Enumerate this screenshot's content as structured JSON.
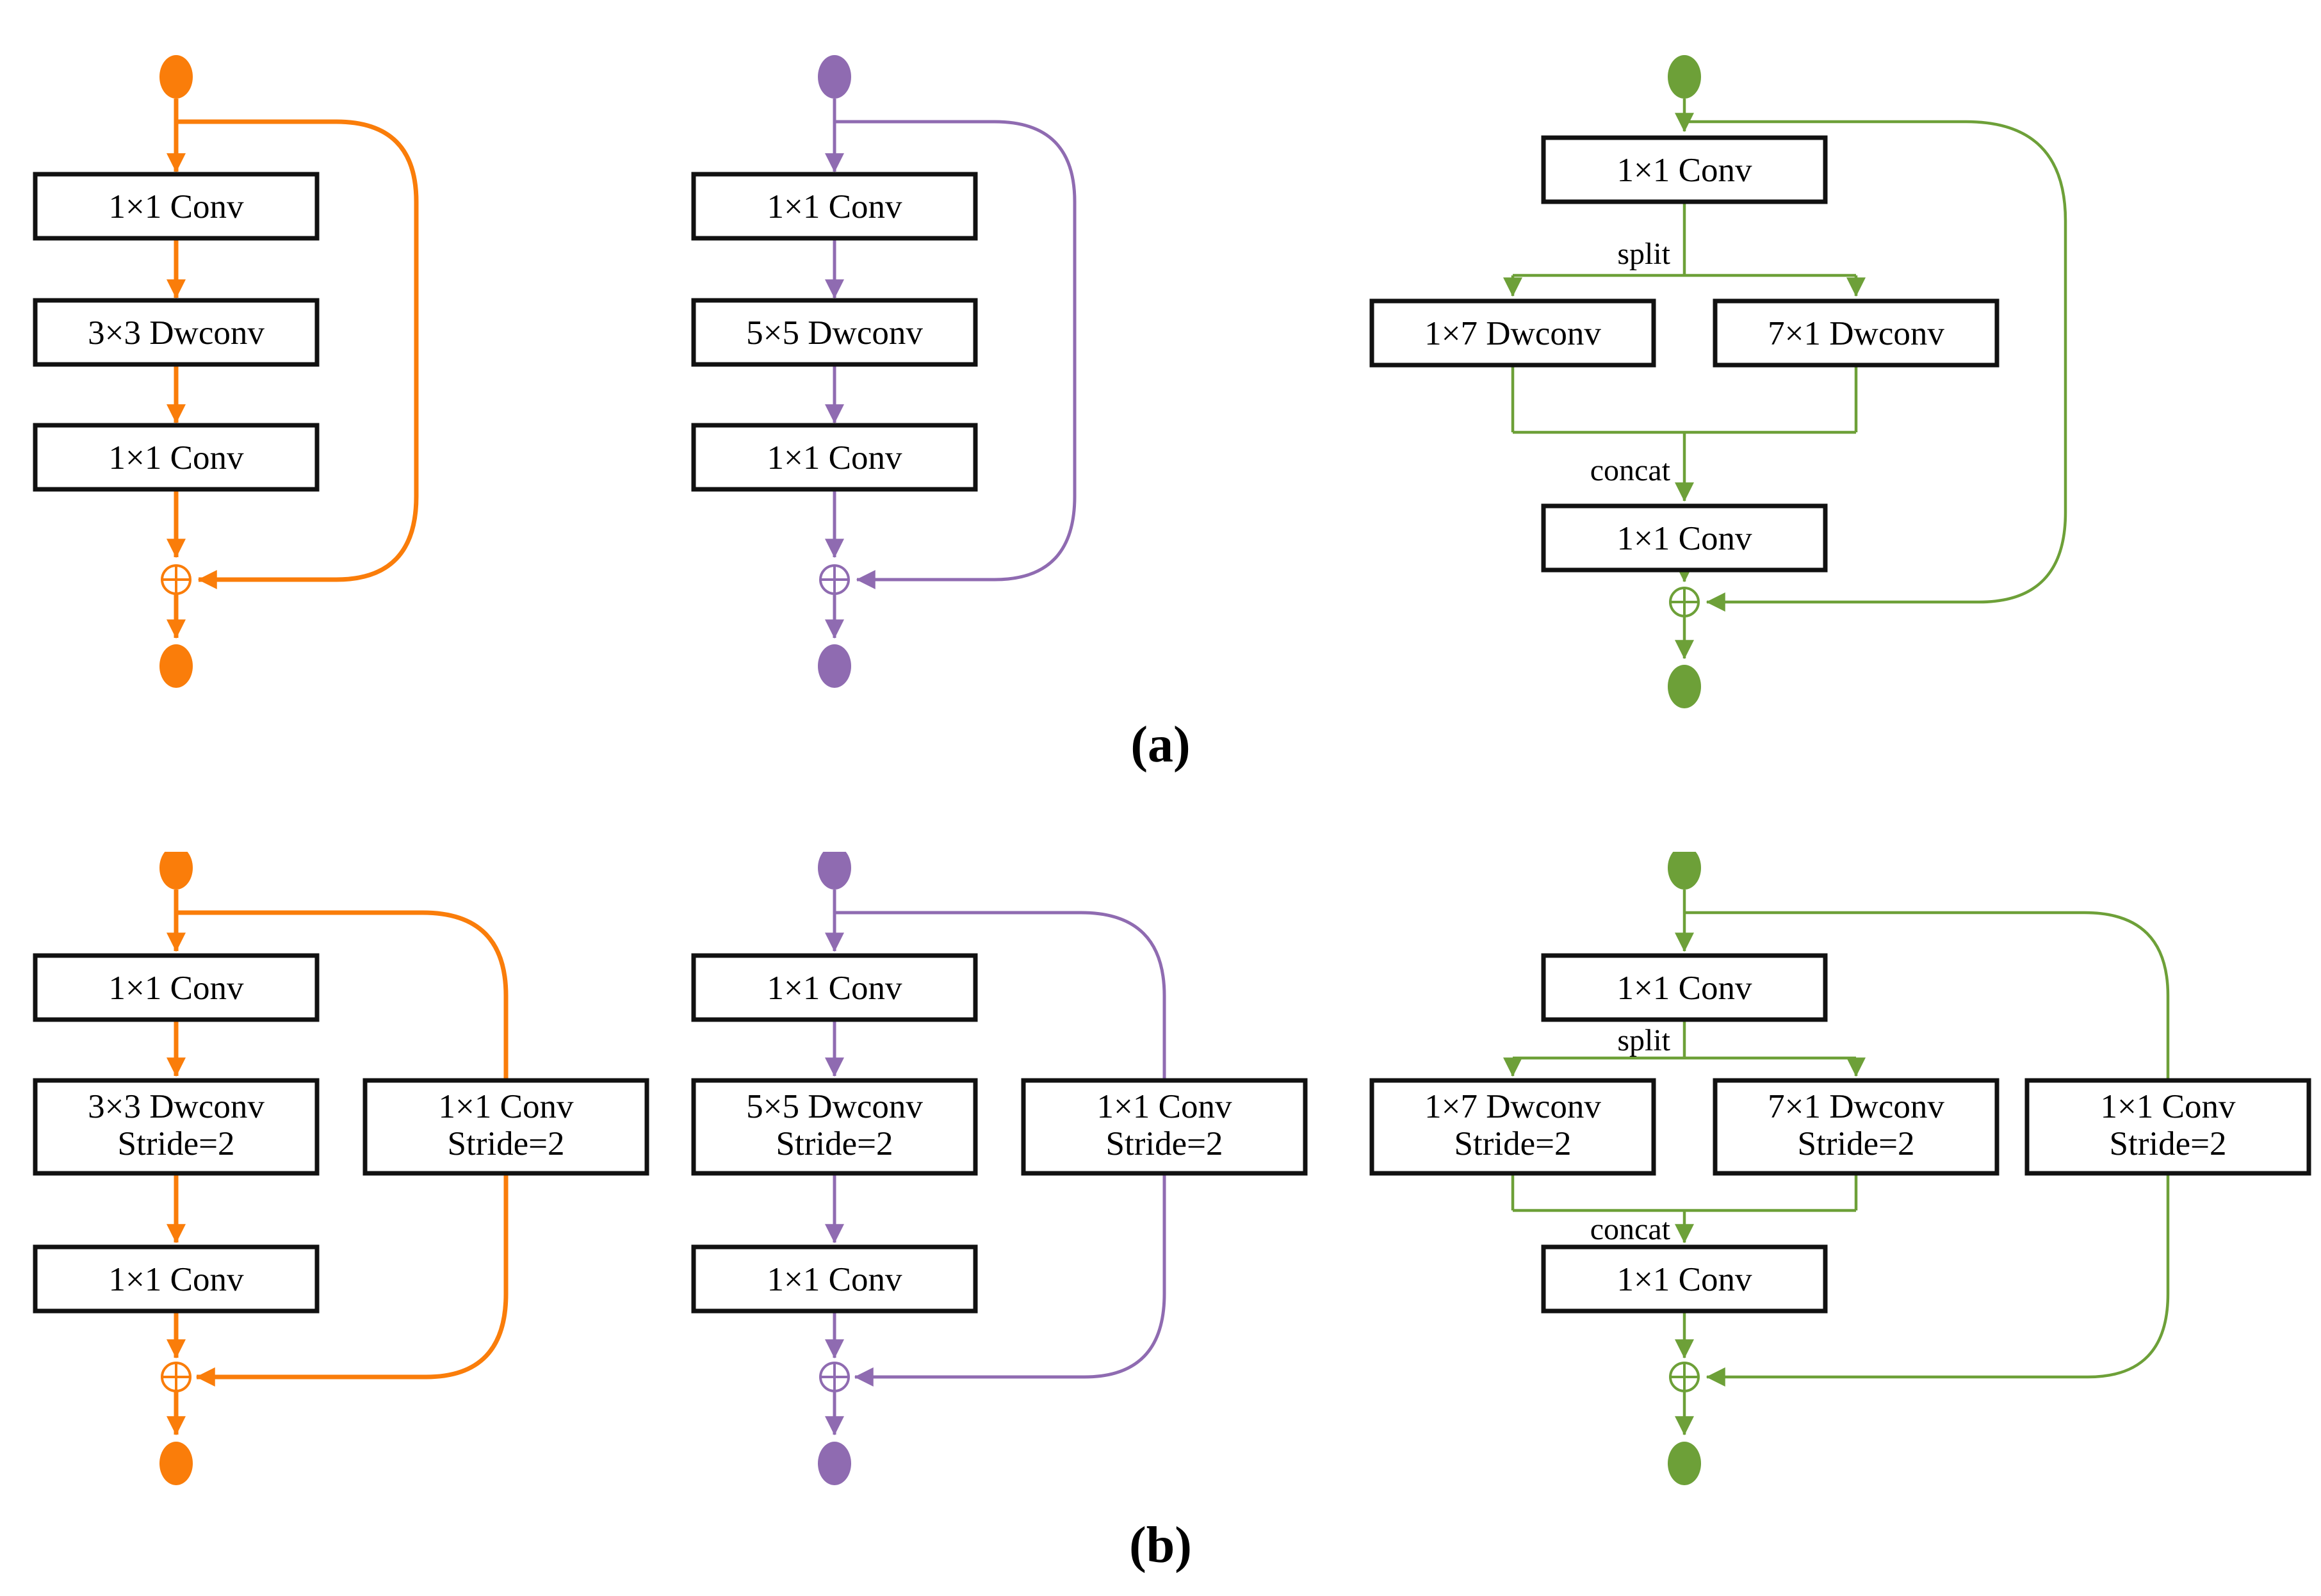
{
  "figure": {
    "captions": {
      "a": "(a)",
      "b": "(b)"
    },
    "colors": {
      "orange": "#FA7D0A",
      "purple": "#8F6BB1",
      "green": "#6DA038",
      "box_border": "#111111",
      "box_fill": "#FFFFFF",
      "text": "#000000"
    },
    "panels": {
      "a": {
        "orange": {
          "box1": "1×1 Conv",
          "box2": "3×3 Dwconv",
          "box3": "1×1 Conv"
        },
        "purple": {
          "box1": "1×1 Conv",
          "box2": "5×5 Dwconv",
          "box3": "1×1 Conv"
        },
        "green": {
          "box1": "1×1 Conv",
          "split_label": "split",
          "branch_left": "1×7 Dwconv",
          "branch_right": "7×1 Dwconv",
          "concat_label": "concat",
          "box2": "1×1 Conv"
        }
      },
      "b": {
        "orange": {
          "box1": "1×1 Conv",
          "box2_line1": "3×3 Dwconv",
          "box2_line2": "Stride=2",
          "shortcut_line1": "1×1 Conv",
          "shortcut_line2": "Stride=2",
          "box3": "1×1 Conv"
        },
        "purple": {
          "box1": "1×1 Conv",
          "box2_line1": "5×5 Dwconv",
          "box2_line2": "Stride=2",
          "shortcut_line1": "1×1 Conv",
          "shortcut_line2": "Stride=2",
          "box3": "1×1 Conv"
        },
        "green": {
          "box1": "1×1 Conv",
          "split_label": "split",
          "branch_left_line1": "1×7 Dwconv",
          "branch_left_line2": "Stride=2",
          "branch_right_line1": "7×1 Dwconv",
          "branch_right_line2": "Stride=2",
          "shortcut_line1": "1×1 Conv",
          "shortcut_line2": "Stride=2",
          "concat_label": "concat",
          "box3": "1×1 Conv"
        }
      }
    }
  }
}
